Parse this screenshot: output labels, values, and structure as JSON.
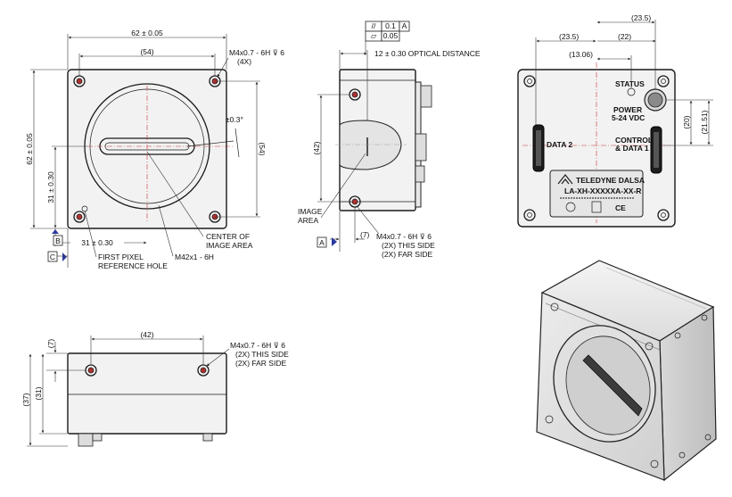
{
  "front_view": {
    "width_dim": "62 ± 0.05",
    "hole_span_h": "(54)",
    "hole_span_v": "(54)",
    "height_dim": "62 ± 0.05",
    "center_v_dim": "31 ± 0.30",
    "center_h_dim": "31 ± 0.30",
    "mount_hole_callout_1": "M4x0.7 - 6H ⊽ 6",
    "mount_hole_callout_2": "(4X)",
    "angle_tol": "±0.3°",
    "center_label_1": "CENTER OF",
    "center_label_2": "IMAGE AREA",
    "lens_mount": "M42x1 - 6H",
    "pixel_label_1": "FIRST PIXEL",
    "pixel_label_2": "REFERENCE HOLE",
    "datum_b": "B",
    "datum_c": "C"
  },
  "side_view": {
    "parallel_tol": "0.1",
    "parallel_datum": "A",
    "flatness_tol": "0.05",
    "optical_distance": "12 ± 0.30 OPTICAL DISTANCE",
    "hole_span": "(42)",
    "image_area_1": "IMAGE",
    "image_area_2": "AREA",
    "offset_dim": "(7)",
    "hole_callout_1": "M4x0.7 - 6H ⊽ 6",
    "hole_callout_2": "(2X) THIS SIDE",
    "hole_callout_3": "(2X) FAR SIDE",
    "datum_a": "A",
    "parallel_symbol": "//",
    "flatness_symbol": "▱"
  },
  "back_view": {
    "dim_235_top": "(23.5)",
    "dim_235_left": "(23.5)",
    "dim_22": "(22)",
    "dim_1306": "(13.06)",
    "dim_20": "(20)",
    "dim_2151": "(21.51)",
    "status": "STATUS",
    "power_1": "POWER",
    "power_2": "5-24 VDC",
    "data2": "DATA 2",
    "control_1": "CONTROL",
    "control_2": "& DATA 1",
    "brand": "TELEDYNE DALSA",
    "model": "LA-XH-XXXXXA-XX-R",
    "ce": "CE"
  },
  "bottom_view": {
    "hole_span": "(42)",
    "top_offset": "(7)",
    "height_37": "(37)",
    "height_31": "(31)",
    "hole_callout_1": "M4x0.7 - 6H ⊽ 6",
    "hole_callout_2": "(2X) THIS SIDE",
    "hole_callout_3": "(2X) FAR SIDE"
  }
}
